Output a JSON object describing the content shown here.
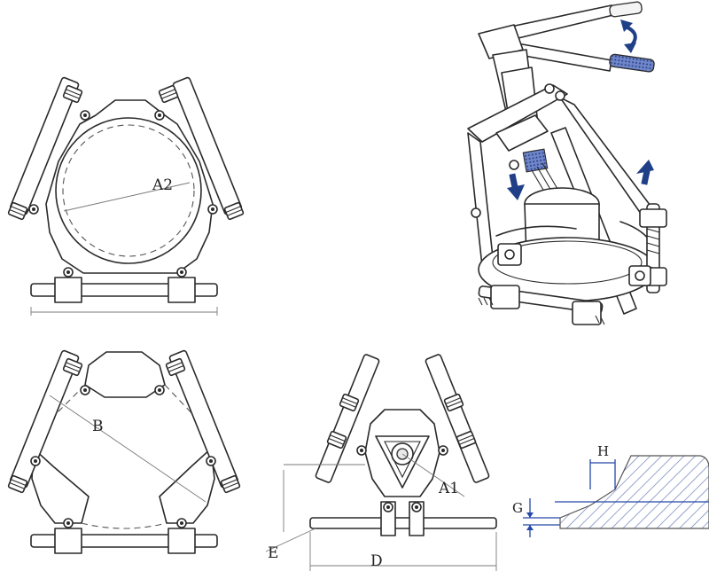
{
  "labels": {
    "a2": "A2",
    "b": "B",
    "a1": "A1",
    "d": "D",
    "e": "E",
    "h": "H",
    "g": "G"
  },
  "colors": {
    "line": "#2a2a2a",
    "arrow": "#1f3f86",
    "dimension_blue": "#2447a8",
    "hatch": "#6a7fb8"
  },
  "icons": {
    "rotate": "curved-rotate-arrow-icon",
    "move_down": "arrow-down-icon",
    "move_up": "arrow-up-icon"
  }
}
